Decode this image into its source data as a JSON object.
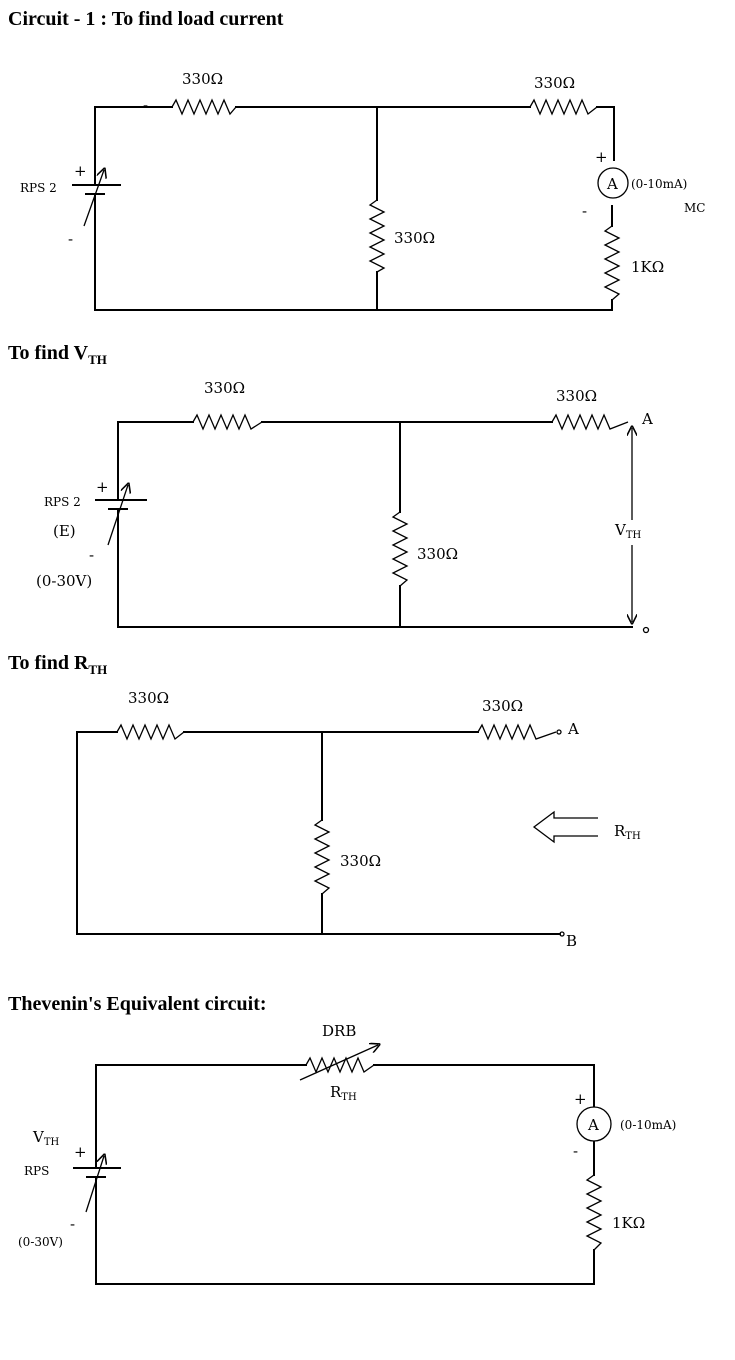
{
  "headings": {
    "circuit1": "Circuit - 1 : To find load current",
    "vth_prefix": "To find V",
    "vth_sub": "TH",
    "rth_prefix": "To find R",
    "rth_sub": "TH",
    "thevenin": "Thevenin's Equivalent circuit:"
  },
  "circuit1": {
    "r_series_left": "330Ω",
    "r_series_right": "330Ω",
    "r_shunt": "330Ω",
    "r_load": "1KΩ",
    "source_name": "RPS 2",
    "plus": "+",
    "minus": "-",
    "minus_top": "-",
    "ammeter_symbol": "A",
    "ammeter_range": "(0-10mA)",
    "ammeter_type": "MC",
    "ammeter_plus": "+",
    "ammeter_minus": "-"
  },
  "circuit2": {
    "r_series_left": "330Ω",
    "r_series_right": "330Ω",
    "r_shunt": "330Ω",
    "source_name": "RPS 2",
    "source_e": "(E)",
    "source_range": "(0-30V)",
    "plus": "+",
    "minus": "-",
    "minus_top": "-",
    "terminal_a": "A",
    "vth_prefix": "V",
    "vth_sub": "TH"
  },
  "circuit3": {
    "r_series_left": "330Ω",
    "r_series_right": "330Ω",
    "r_shunt": "330Ω",
    "minus_top": "-",
    "terminal_a": "A",
    "terminal_b": "B",
    "rth_prefix": "R",
    "rth_sub": "TH"
  },
  "circuit4": {
    "drb_label": "DRB",
    "rth_prefix": "R",
    "rth_sub": "TH",
    "vth_prefix": "V",
    "vth_sub": "TH",
    "source_name": "RPS",
    "source_range": "(0-30V)",
    "plus": "+",
    "minus": "-",
    "ammeter_symbol": "A",
    "ammeter_range": "(0-10mA)",
    "ammeter_plus": "+",
    "ammeter_minus": "-",
    "r_load": "1KΩ"
  }
}
